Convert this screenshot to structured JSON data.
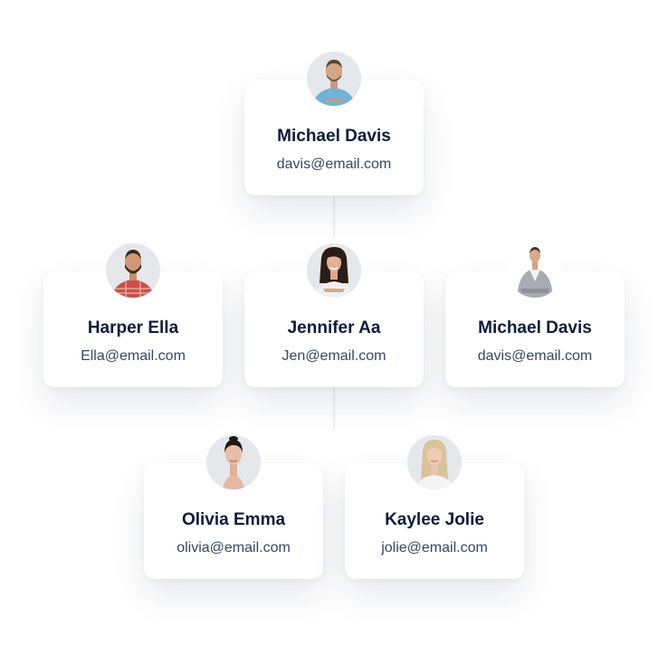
{
  "nodes": [
    {
      "name": "Michael Davis",
      "email": "davis@email.com",
      "avatar": "man-blue-shirt-avatar"
    },
    {
      "name": "Harper Ella",
      "email": "Ella@email.com",
      "avatar": "man-plaid-shirt-avatar"
    },
    {
      "name": "Jennifer Aa",
      "email": "Jen@email.com",
      "avatar": "woman-dark-hair-avatar"
    },
    {
      "name": "Michael Davis",
      "email": "davis@email.com",
      "avatar": "man-grey-suit-avatar"
    },
    {
      "name": "Olivia Emma",
      "email": "olivia@email.com",
      "avatar": "woman-hair-bun-avatar"
    },
    {
      "name": "Kaylee Jolie",
      "email": "jolie@email.com",
      "avatar": "woman-blonde-avatar"
    }
  ],
  "colors": {
    "name_text": "#0f1c3a",
    "email_text": "#3a4660",
    "connector": "#eef0f3"
  }
}
